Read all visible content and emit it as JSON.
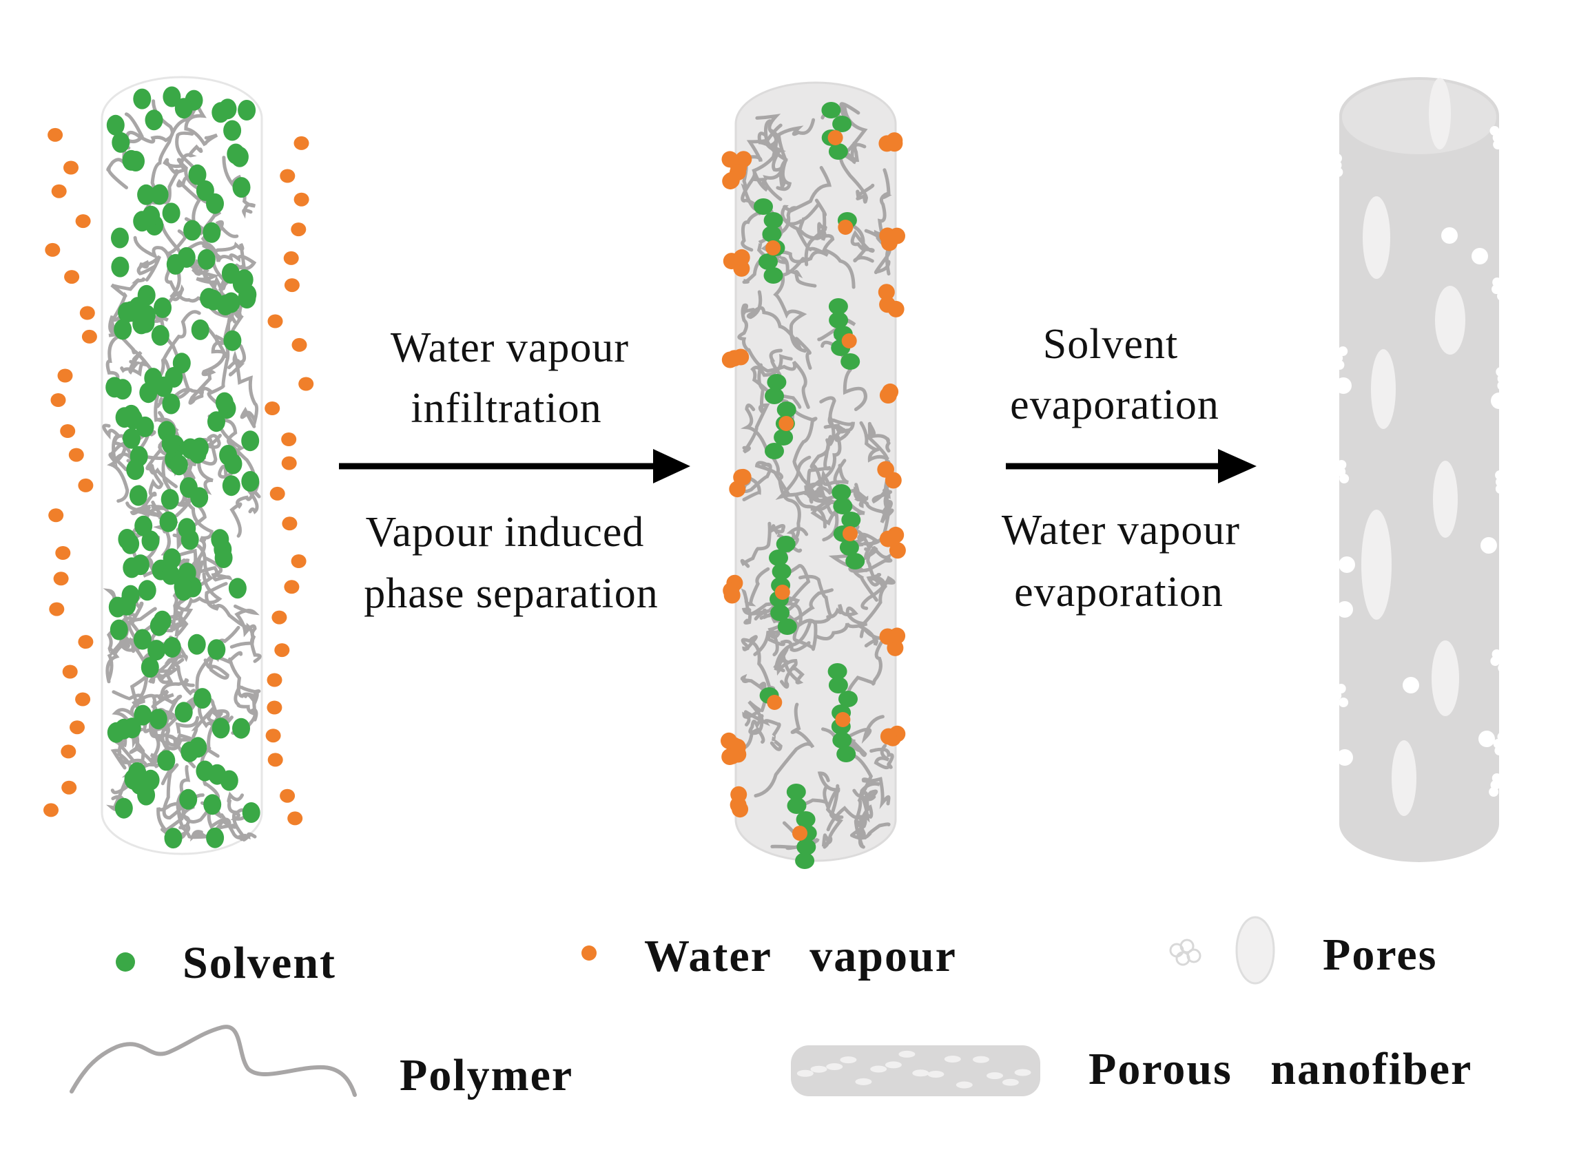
{
  "steps": {
    "step1_top_line1": "Water vapour",
    "step1_top_line2": "infiltration",
    "step1_bottom_line1": "Vapour induced",
    "step1_bottom_line2": "phase separation",
    "step2_top_line1": "Solvent",
    "step2_top_line2": "evaporation",
    "step2_bottom_line1": "Water vapour",
    "step2_bottom_line2": "evaporation"
  },
  "legend": {
    "solvent": "Solvent",
    "water_vapour": "Water   vapour",
    "pores": "Pores",
    "polymer": "Polymer",
    "porous_nanofiber": "Porous   nanofiber"
  },
  "colors": {
    "solvent": "#3aa846",
    "water_vapour": "#f07f2a",
    "polymer": "#a8a6a6",
    "fiber": "#d9d8d8",
    "pore": "#f1f0f0",
    "arrow": "#000000"
  }
}
